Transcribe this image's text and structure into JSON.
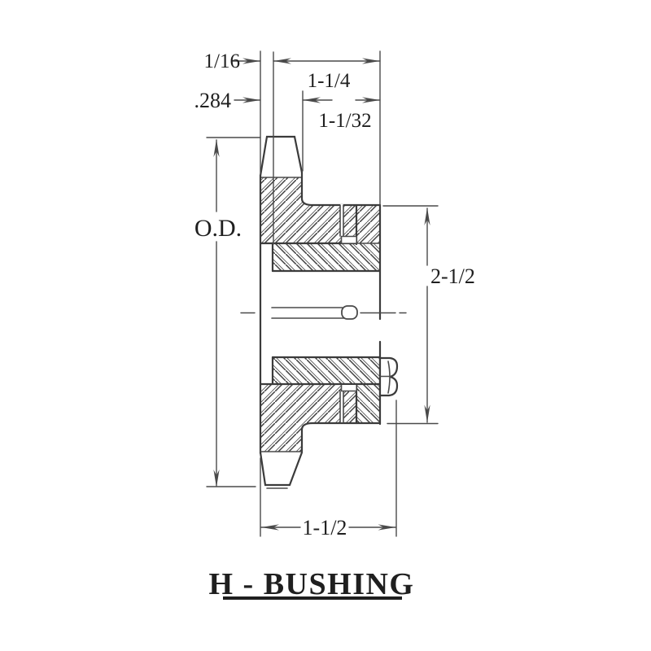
{
  "drawing": {
    "title": "H - BUSHING",
    "labels": {
      "dim_1_16": "1/16",
      "dim_284": ".284",
      "dim_1_1_4": "1-1/4",
      "dim_1_1_32": "1-1/32",
      "dim_od": "O.D.",
      "dim_2_1_2": "2-1/2",
      "dim_1_1_2": "1-1/2"
    },
    "colors": {
      "line": "#3b3b3b",
      "dim_line": "#4a4a4a",
      "text": "#1f1f1f",
      "background": "#ffffff"
    }
  }
}
